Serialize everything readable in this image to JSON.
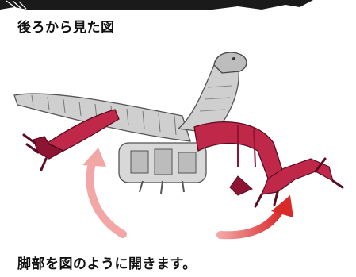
{
  "header": {
    "caption": "後ろから見た図"
  },
  "figure": {
    "subject": "dinosaur-model-rear-view",
    "colors": {
      "leg": "#c0284a",
      "leg_dark": "#8e1434",
      "body": "#c9c9c9",
      "body_dark": "#8a8a8a",
      "arrow_light": "#f2a6a6",
      "arrow_dark": "#d92a2a",
      "header_bar": "#1a1a1a"
    },
    "arrows": [
      "left-curved-arrow",
      "right-curved-arrow"
    ]
  },
  "footer": {
    "instruction": "脚部を図のように開きます。"
  }
}
